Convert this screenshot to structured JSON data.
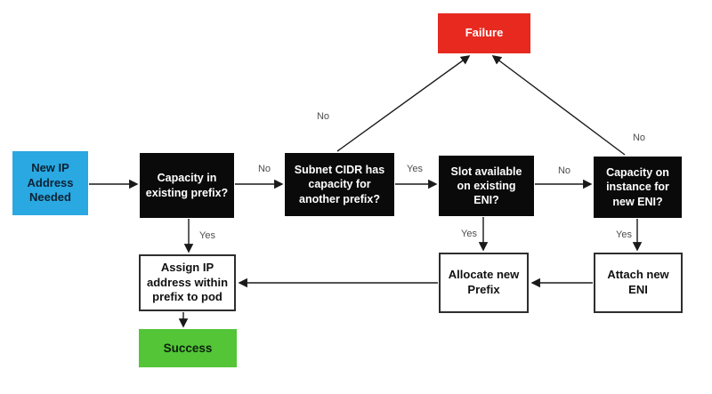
{
  "diagram": {
    "description": "Flowchart for assigning a new IP address using prefixes and ENIs",
    "colors": {
      "start_blue": "#29a8e2",
      "decision_black": "#0a0a0a",
      "failure_red": "#e8291f",
      "success_green": "#53c537",
      "action_border": "#2e2e2e",
      "edge_label_gray": "#4d4d4d",
      "arrow": "#1a1a1a"
    },
    "nodes": {
      "new_ip": {
        "type": "start",
        "label": "New IP\nAddress\nNeeded"
      },
      "capacity_existing": {
        "type": "decision",
        "label": "Capacity in\nexisting prefix?"
      },
      "subnet_cidr": {
        "type": "decision",
        "label": "Subnet CIDR has\ncapacity for\nanother prefix?"
      },
      "slot_available": {
        "type": "decision",
        "label": "Slot available\non existing\nENI?"
      },
      "capacity_instance": {
        "type": "decision",
        "label": "Capacity on\ninstance for\nnew ENI?"
      },
      "failure": {
        "type": "end-failure",
        "label": "Failure"
      },
      "assign_ip": {
        "type": "action",
        "label": "Assign IP\naddress within\nprefix to pod"
      },
      "allocate_prefix": {
        "type": "action",
        "label": "Allocate new\nPrefix"
      },
      "attach_eni": {
        "type": "action",
        "label": "Attach new\nENI"
      },
      "success": {
        "type": "end-success",
        "label": "Success"
      }
    },
    "edge_labels": {
      "no_to_subnet": "No",
      "yes_to_slot": "Yes",
      "no_to_instance": "No",
      "yes_to_assign": "Yes",
      "yes_to_allocate": "Yes",
      "yes_to_attach": "Yes",
      "no_subnet_to_failure": "No",
      "no_instance_to_failure": "No"
    },
    "edges": [
      {
        "from": "new_ip",
        "to": "capacity_existing",
        "label": ""
      },
      {
        "from": "capacity_existing",
        "to": "subnet_cidr",
        "label": "No"
      },
      {
        "from": "capacity_existing",
        "to": "assign_ip",
        "label": "Yes"
      },
      {
        "from": "subnet_cidr",
        "to": "slot_available",
        "label": "Yes"
      },
      {
        "from": "subnet_cidr",
        "to": "failure",
        "label": "No"
      },
      {
        "from": "slot_available",
        "to": "capacity_instance",
        "label": "No"
      },
      {
        "from": "slot_available",
        "to": "allocate_prefix",
        "label": "Yes"
      },
      {
        "from": "capacity_instance",
        "to": "failure",
        "label": "No"
      },
      {
        "from": "capacity_instance",
        "to": "attach_eni",
        "label": "Yes"
      },
      {
        "from": "attach_eni",
        "to": "allocate_prefix",
        "label": ""
      },
      {
        "from": "allocate_prefix",
        "to": "assign_ip",
        "label": ""
      },
      {
        "from": "assign_ip",
        "to": "success",
        "label": ""
      }
    ]
  }
}
